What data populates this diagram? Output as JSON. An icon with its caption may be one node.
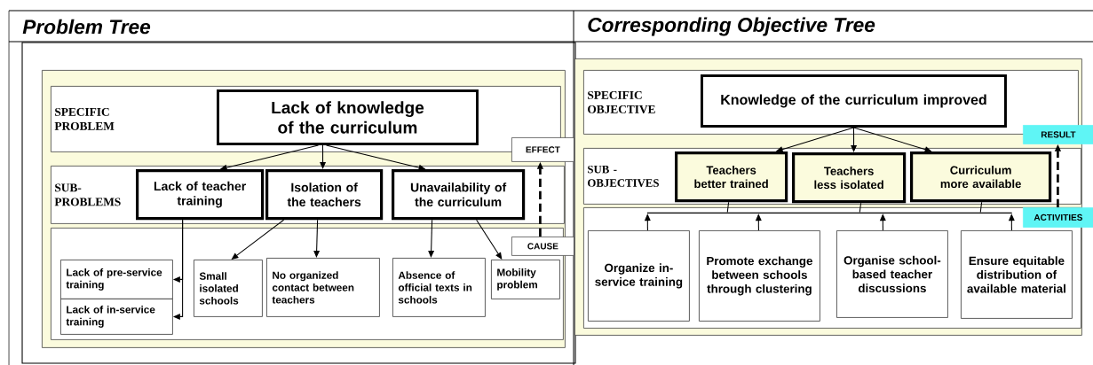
{
  "diagram": {
    "nodes": [
      {
        "text": [],
        "shape": "box"
      },
      {
        "text": [
          "SPECIFIC PROBLEM"
        ],
        "in": 0
      },
      {
        "text": [
          "Lack of knowledge of the curriculum"
        ],
        "in": 1
      },
      {
        "text": [
          "SUB-PROBLEMS"
        ],
        "in": 0
      },
      {
        "text": [
          "Lack of teacher training"
        ],
        "in": 3
      },
      {
        "text": [
          "Isolation of the teachers"
        ],
        "in": 3
      },
      {
        "text": [
          "Unavailability of the curriculum"
        ],
        "in": 3
      },
      {
        "text": [],
        "shape": "box",
        "in": 0
      },
      {
        "text": [
          "Lack of pre-service training"
        ],
        "in": 7
      },
      {
        "text": [
          "Lack of in-service training"
        ],
        "in": 7
      },
      {
        "text": [
          "Small isolated schools"
        ],
        "in": 7
      },
      {
        "text": [
          "No organized contact between teachers"
        ],
        "in": 7
      },
      {
        "text": [
          "Absence of official texts in schools"
        ],
        "in": 7
      },
      {
        "text": [
          "Mobility problem"
        ],
        "in": 7
      },
      {
        "text": [
          "EFFECT"
        ]
      },
      {
        "text": [
          "CAUSE"
        ]
      },
      {
        "text": [],
        "shape": "box"
      },
      {
        "text": [
          "SPECIFIC OBJECTIVE"
        ],
        "in": 16
      },
      {
        "text": [
          "Knowledge of the curriculum improved"
        ],
        "in": 17
      },
      {
        "text": [
          "SUB - OBJECTIVES"
        ],
        "in": 16
      },
      {
        "text": [
          "Teachers better trained"
        ],
        "in": 19
      },
      {
        "text": [
          "Teachers less isolated"
        ],
        "in": 19
      },
      {
        "text": [
          "Curriculum more available"
        ],
        "in": 19
      },
      {
        "text": [],
        "shape": "box",
        "in": 16
      },
      {
        "text": [
          "Organize in-service training"
        ],
        "in": 23
      },
      {
        "text": [
          "Promote exchange between schools through clustering"
        ],
        "in": 23
      },
      {
        "text": [
          "Organise school-based teacher discussions"
        ],
        "in": 23
      },
      {
        "text": [
          "Ensure equitable distribution of available material"
        ],
        "in": 23
      },
      {
        "text": [
          "RESULT"
        ]
      },
      {
        "text": [
          "ACTIVITIES"
        ]
      },
      {
        "text": [],
        "shape": "bar",
        "in": 23
      }
    ],
    "edges": [
      {
        "from": 2,
        "to": 4,
        "arrow": "to"
      },
      {
        "from": 2,
        "to": 5,
        "arrow": "to"
      },
      {
        "from": 2,
        "to": 6,
        "arrow": "to"
      },
      {
        "from": 4,
        "to": 8,
        "arrow": "to"
      },
      {
        "from": 4,
        "to": 9,
        "arrow": "to"
      },
      {
        "from": 5,
        "to": 10,
        "arrow": "to"
      },
      {
        "from": 5,
        "to": 11,
        "arrow": "to"
      },
      {
        "from": 6,
        "to": 12,
        "arrow": "to"
      },
      {
        "from": 6,
        "to": 13,
        "arrow": "to"
      },
      {
        "from": 15,
        "to": 14,
        "arrow": "to",
        "style": "dashed"
      },
      {
        "from": 18,
        "to": 20,
        "arrow": "to"
      },
      {
        "from": 18,
        "to": 21,
        "arrow": "to"
      },
      {
        "from": 18,
        "to": 22,
        "arrow": "to"
      },
      {
        "from": 24,
        "to": 30,
        "arrow": "to"
      },
      {
        "from": 25,
        "to": 30,
        "arrow": "to"
      },
      {
        "from": 26,
        "to": 30,
        "arrow": "to"
      },
      {
        "from": 27,
        "to": 30,
        "arrow": "to"
      },
      {
        "from": 30,
        "to": 20,
        "arrow": "none"
      },
      {
        "from": 30,
        "to": 21,
        "arrow": "none"
      },
      {
        "from": 30,
        "to": 22,
        "arrow": "none"
      },
      {
        "from": 29,
        "to": 28,
        "arrow": "to",
        "style": "dashed"
      }
    ],
    "labels": [
      "Problem Tree",
      "Corresponding Objective Tree"
    ]
  }
}
